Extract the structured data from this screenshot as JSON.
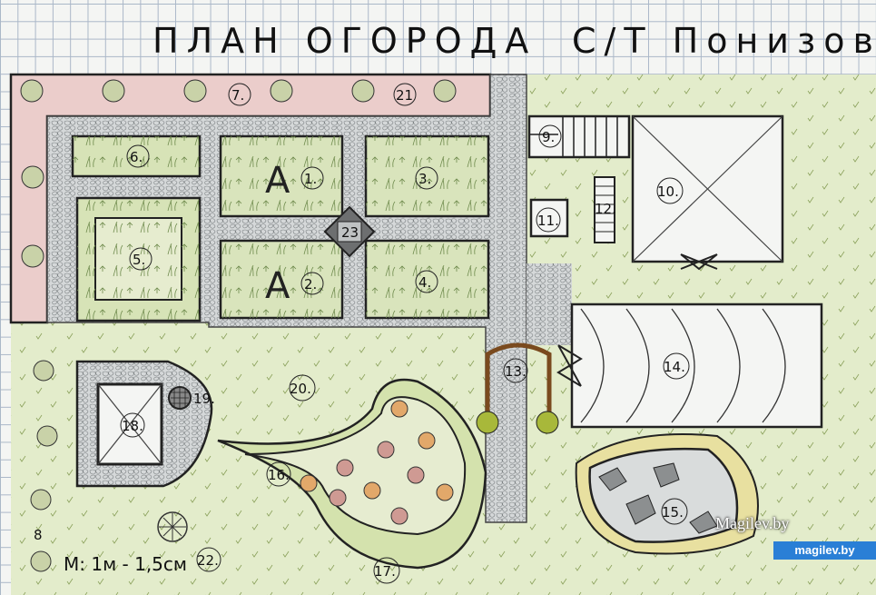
{
  "title_left": "ПЛАН ОГОРОДА",
  "title_right": "С/Т Понизов",
  "scale": "М: 1м - 1,5см",
  "bed_letter_1": "А",
  "bed_letter_2": "А",
  "labels": {
    "n1": "1.",
    "n2": "2.",
    "n3": "3.",
    "n4": "4.",
    "n5": "5.",
    "n6": "6.",
    "n7": "7.",
    "n8": "8",
    "n9": "9.",
    "n10": "10.",
    "n11": "11.",
    "n12": "12.",
    "n13": "13.",
    "n14": "14.",
    "n15": "15.",
    "n16": "16.",
    "n17": "17.",
    "n18": "18.",
    "n19": "19.",
    "n20": "20.",
    "n21": "21",
    "n22": "22.",
    "n23": "23"
  },
  "watermark": "Magilev.by",
  "badge": "magilev.by",
  "colors": {
    "grass": "#dfe9bf",
    "stone": "#cfd3d4",
    "pink": "#e9c8c6",
    "bed": "#d6e2b6",
    "ink": "#111111"
  }
}
